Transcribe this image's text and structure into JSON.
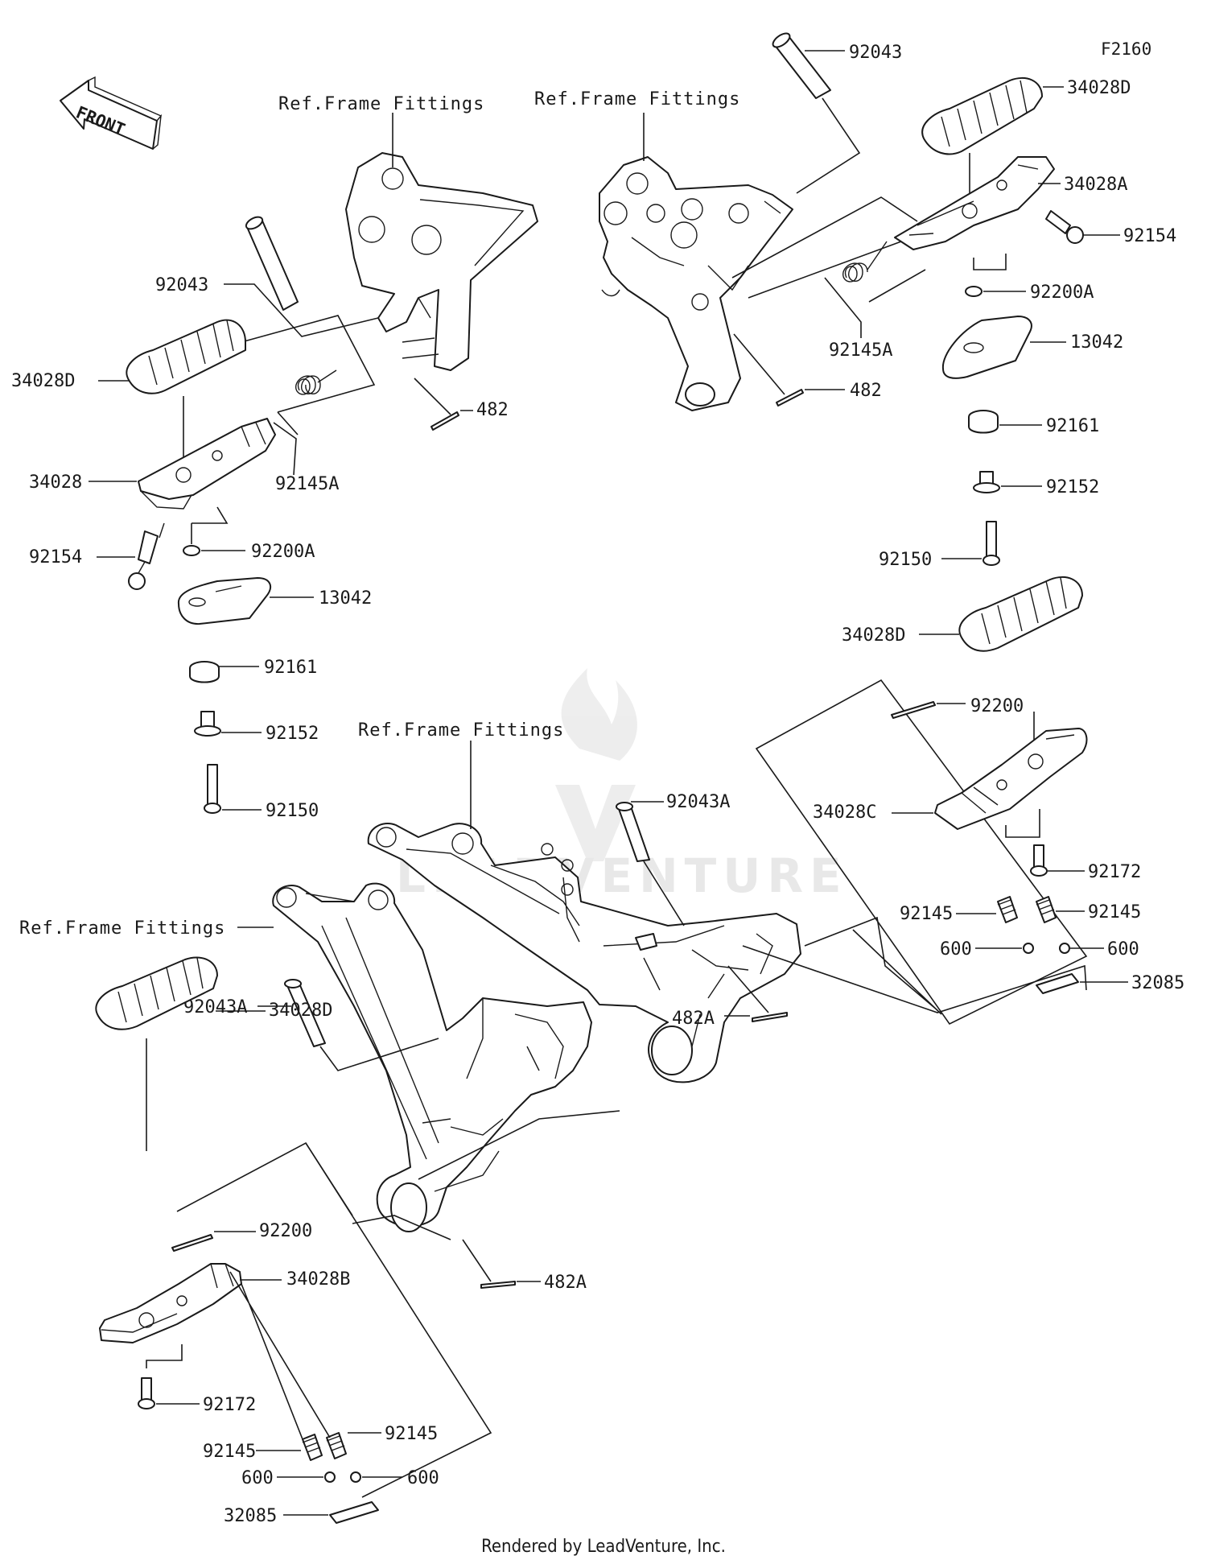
{
  "diagram": {
    "code": "F2160",
    "front_arrow_label": "FRONT",
    "credit": "Rendered by LeadVenture, Inc.",
    "watermark": "LEADVENTURE",
    "ref_labels": {
      "ref_upper_left": "Ref.Frame Fittings",
      "ref_upper_right": "Ref.Frame Fittings",
      "ref_lower_center": "Ref.Frame Fittings",
      "ref_lower_left": "Ref.Frame Fittings"
    },
    "callouts": {
      "ul_92043": "92043",
      "ul_34028D": "34028D",
      "ul_92145A": "92145A",
      "ul_482": "482",
      "ul_34028": "34028",
      "ul_92154": "92154",
      "ul_92200A": "92200A",
      "ul_13042": "13042",
      "ul_92161": "92161",
      "ul_92152": "92152",
      "ul_92150": "92150",
      "ur_92043": "92043",
      "ur_34028D": "34028D",
      "ur_34028A": "34028A",
      "ur_92154": "92154",
      "ur_92200A": "92200A",
      "ur_92145A": "92145A",
      "ur_482": "482",
      "ur_13042": "13042",
      "ur_92161": "92161",
      "ur_92152": "92152",
      "ur_92150": "92150",
      "lr_34028D": "34028D",
      "lr_92200": "92200",
      "lr_92043A": "92043A",
      "lr_34028C": "34028C",
      "lr_92172": "92172",
      "lr_92145_a": "92145",
      "lr_92145_b": "92145",
      "lr_600_a": "600",
      "lr_600_b": "600",
      "lr_32085": "32085",
      "lr_482A": "482A",
      "ll_34028D": "34028D",
      "ll_92043A": "92043A",
      "ll_92200": "92200",
      "ll_34028B": "34028B",
      "ll_482A": "482A",
      "ll_92172": "92172",
      "ll_92145_a": "92145",
      "ll_92145_b": "92145",
      "ll_600_a": "600",
      "ll_600_b": "600",
      "ll_32085": "32085"
    }
  }
}
